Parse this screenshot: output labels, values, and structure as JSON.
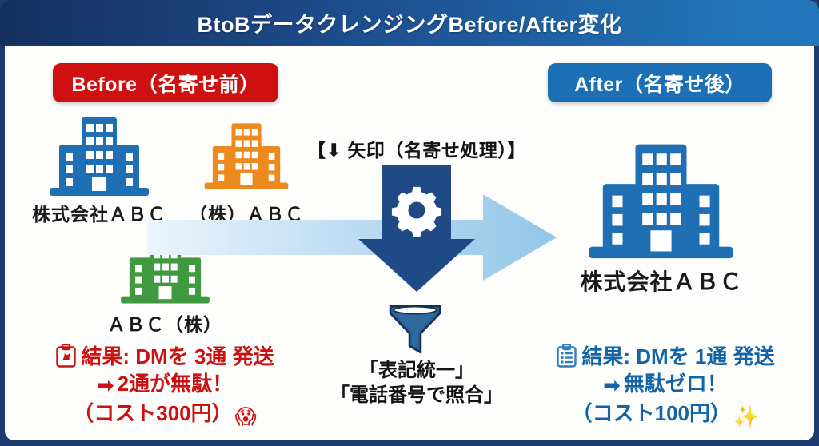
{
  "title": "BtoBデータクレンジングBefore/After変化",
  "before": {
    "badge": "Before（名寄せ前）",
    "companies": [
      {
        "name": "株式会社ＡＢＣ",
        "color": "#1f6fb5",
        "icon": "office-building-icon"
      },
      {
        "name": "（株）ＡＢＣ",
        "color": "#ec8a1e",
        "icon": "office-building-icon"
      },
      {
        "name": "ＡＢＣ（株）",
        "color": "#3f9a3f",
        "icon": "office-building-icon"
      }
    ],
    "result": {
      "icon": "clipboard-icon",
      "line1": "結果: DMを 3通 発送",
      "arrow": "➡",
      "line2": "2通が無駄！",
      "line3": "（コスト300円）",
      "emoji": "😱",
      "color": "#cc1111"
    }
  },
  "center": {
    "note": "【⬇ 矢印（名寄せ処理）】",
    "process_icon": "gear-icon",
    "flow_icon": "right-arrow-icon",
    "merge_icon": "down-arrow-icon",
    "funnel_icon": "funnel-icon",
    "funnel_line1": "「表記統一」",
    "funnel_line2": "「電話番号で照合」"
  },
  "after": {
    "badge": "After（名寄せ後）",
    "company": {
      "name": "株式会社ＡＢＣ",
      "color": "#1f6fb5",
      "icon": "office-building-icon"
    },
    "result": {
      "icon": "clipboard-icon",
      "line1": "結果: DMを 1通 発送",
      "arrow": "➡",
      "line2": "無駄ゼロ！",
      "line3": "（コスト100円）",
      "emoji": "✨",
      "color": "#1264a8"
    }
  },
  "colors": {
    "title_gradient_start": "#14305f",
    "title_gradient_end": "#2176bb",
    "before_badge": "#cf1010",
    "after_badge": "#1a6fb5",
    "frame": "#1d3c6e",
    "flow_arrow": "#a9d2ee",
    "merge_arrow": "#1f4a85"
  }
}
